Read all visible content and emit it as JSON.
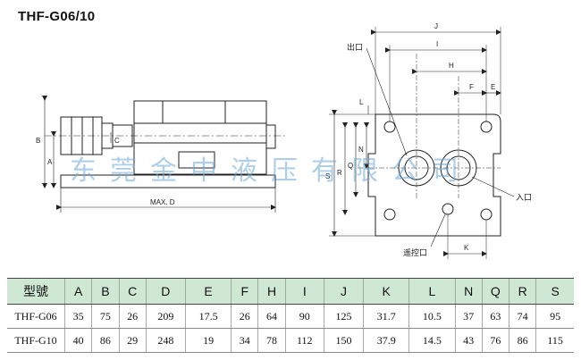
{
  "title": "THF-G06/10",
  "watermark": "东莞金中液压有限公司",
  "side_view": {
    "dim_b": "B",
    "dim_a": "A",
    "dim_c": "C",
    "dim_d": "MAX. D"
  },
  "top_view": {
    "outlet_label": "出口",
    "inlet_label": "入口",
    "remote_label": "遥控口",
    "dims": [
      "J",
      "I",
      "H",
      "F",
      "E",
      "L",
      "N",
      "Q",
      "R",
      "S",
      "K"
    ]
  },
  "table": {
    "headers": [
      "型號",
      "A",
      "B",
      "C",
      "D",
      "E",
      "F",
      "H",
      "I",
      "J",
      "K",
      "L",
      "N",
      "Q",
      "R",
      "S"
    ],
    "rows": [
      [
        "THF-G06",
        "35",
        "75",
        "26",
        "209",
        "17.5",
        "26",
        "64",
        "90",
        "125",
        "31.7",
        "10.5",
        "37",
        "63",
        "74",
        "95"
      ],
      [
        "THF-G10",
        "40",
        "86",
        "29",
        "248",
        "19",
        "34",
        "78",
        "112",
        "150",
        "37.9",
        "14.5",
        "43",
        "76",
        "86",
        "115"
      ]
    ]
  }
}
